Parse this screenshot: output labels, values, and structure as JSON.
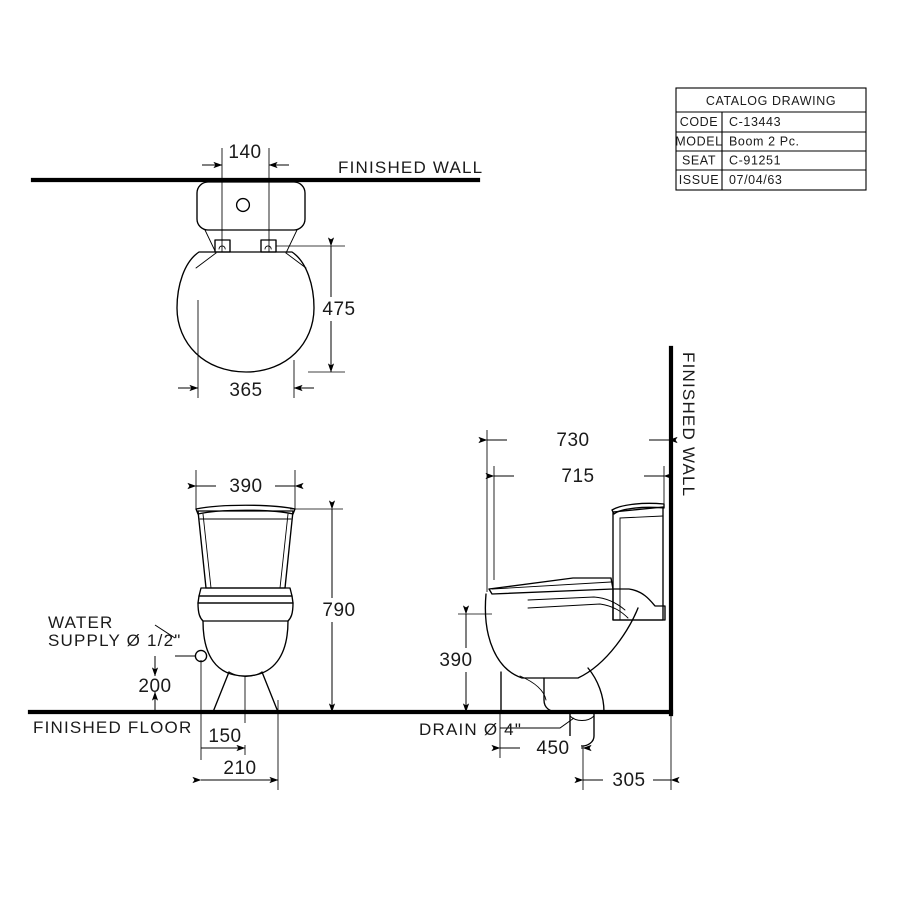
{
  "title_block": {
    "header": "CATALOG  DRAWING",
    "rows": [
      {
        "label": "CODE",
        "value": "C-13443"
      },
      {
        "label": "MODEL",
        "value": "Boom  2  Pc."
      },
      {
        "label": "SEAT",
        "value": "C-91251"
      },
      {
        "label": "ISSUE",
        "value": "07/04/63"
      }
    ]
  },
  "labels": {
    "finished_wall_top": "FINISHED  WALL",
    "finished_wall_right": "FINISHED  WALL",
    "finished_floor": "FINISHED  FLOOR",
    "water_supply_line1": "WATER",
    "water_supply_line2": "SUPPLY  Ø 1/2\"",
    "drain": "DRAIN Ø 4\""
  },
  "dimensions": {
    "top_view": {
      "bolt_spacing": "140",
      "depth": "475",
      "width": "365"
    },
    "front_view": {
      "tank_width": "390",
      "total_height": "790",
      "supply_height": "200",
      "supply_offset": "150",
      "pedestal_width": "210"
    },
    "side_view": {
      "overall_depth": "730",
      "tank_depth": "715",
      "seat_height": "390",
      "drain_offset": "450",
      "drain_to_wall": "305"
    }
  },
  "colors": {
    "line": "#000000",
    "background": "#ffffff"
  }
}
